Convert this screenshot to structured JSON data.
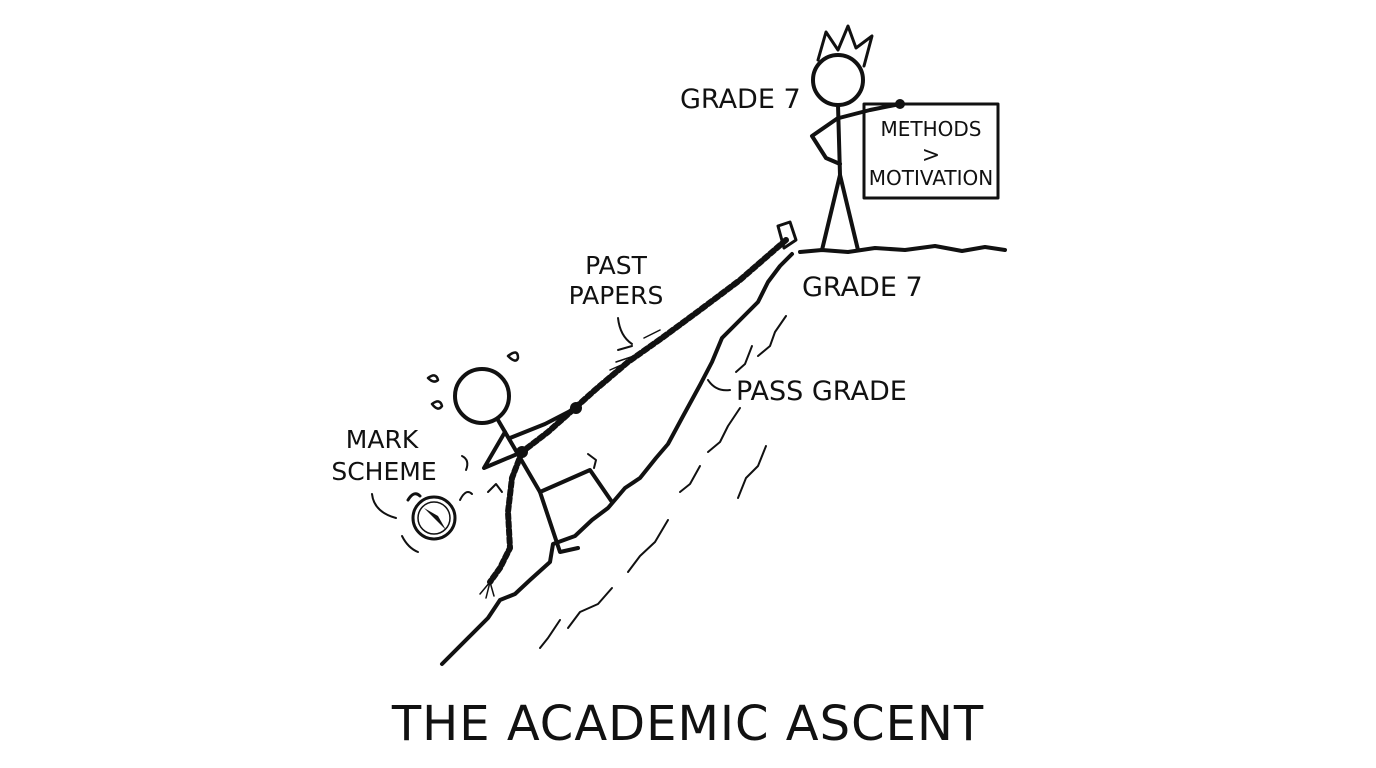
{
  "title": "THE ACADEMIC ASCENT",
  "labels": {
    "grade_top": "GRADE 7",
    "grade_summit": "GRADE 7",
    "past_papers_line1": "PAST",
    "past_papers_line2": "PAPERS",
    "pass_grade": "PASS GRADE",
    "mark_scheme_line1": "MARK",
    "mark_scheme_line2": "SCHEME"
  },
  "sign": {
    "line1": "METHODS",
    "line2": ">",
    "line3": "MOTIVATION"
  },
  "colors": {
    "ink": "#111111",
    "background": "#ffffff"
  },
  "icons": {
    "crown": "crown-icon",
    "compass": "compass-icon",
    "sweat": "sweat-drop-icon"
  }
}
